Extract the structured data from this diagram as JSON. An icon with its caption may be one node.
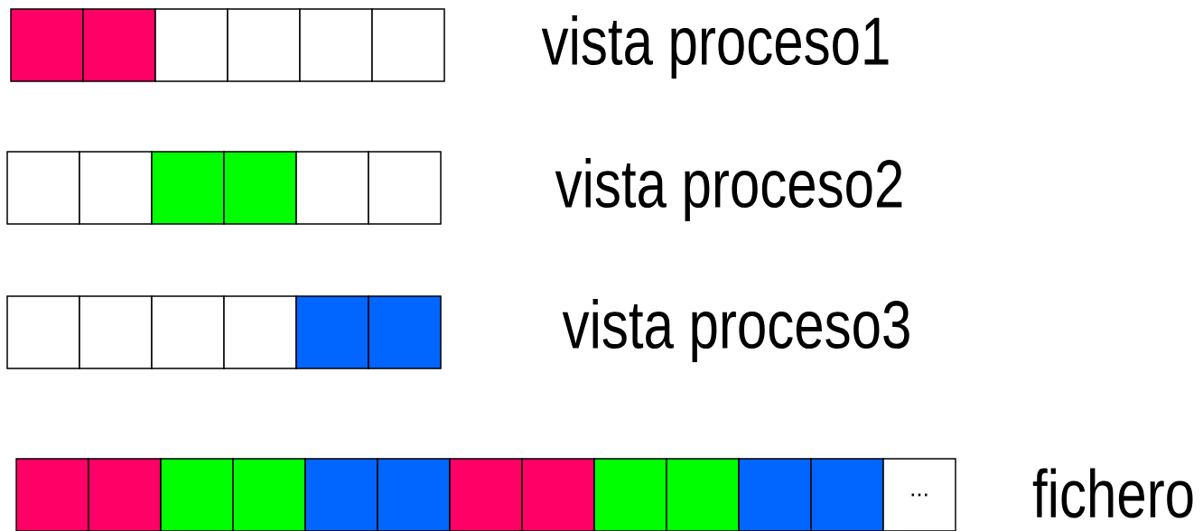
{
  "diagram": {
    "nodes": [
      {
        "text": [],
        "shape": "box"
      },
      {
        "text": [],
        "shape": "box"
      },
      {
        "text": [],
        "shape": "box"
      },
      {
        "text": [],
        "shape": "box"
      },
      {
        "text": [],
        "shape": "box"
      },
      {
        "text": [],
        "shape": "box"
      },
      {
        "text": [],
        "shape": "box"
      },
      {
        "text": [],
        "shape": "box"
      },
      {
        "text": [],
        "shape": "box"
      },
      {
        "text": [],
        "shape": "box"
      },
      {
        "text": [],
        "shape": "box"
      },
      {
        "text": [],
        "shape": "box"
      },
      {
        "text": [],
        "shape": "box"
      },
      {
        "text": [],
        "shape": "box"
      },
      {
        "text": [],
        "shape": "box"
      },
      {
        "text": [],
        "shape": "box"
      },
      {
        "text": [],
        "shape": "box"
      },
      {
        "text": [],
        "shape": "box"
      },
      {
        "text": [],
        "shape": "box"
      },
      {
        "text": [],
        "shape": "box"
      },
      {
        "text": [],
        "shape": "box"
      },
      {
        "text": [],
        "shape": "box"
      },
      {
        "text": [],
        "shape": "box"
      },
      {
        "text": [],
        "shape": "box"
      },
      {
        "text": [],
        "shape": "box"
      },
      {
        "text": [],
        "shape": "box"
      },
      {
        "text": [],
        "shape": "box"
      },
      {
        "text": [],
        "shape": "box"
      },
      {
        "text": [],
        "shape": "box"
      },
      {
        "text": [],
        "shape": "box"
      },
      {
        "text": [
          "..."
        ]
      }
    ],
    "labels": [
      "vista proceso1",
      "vista proceso2",
      "vista proceso3",
      "fichero"
    ]
  }
}
